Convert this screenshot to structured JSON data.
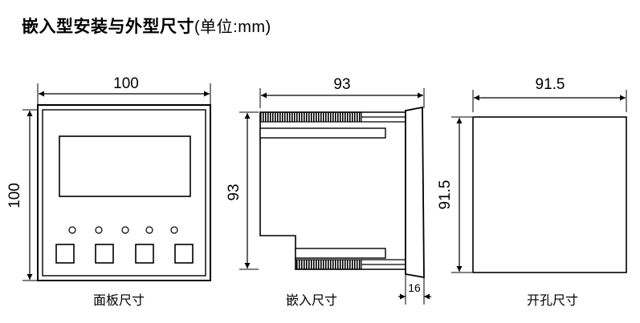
{
  "title": {
    "main": "嵌入型安装与外型尺寸",
    "unit": "(单位:mm)"
  },
  "front_view": {
    "width_label": "100",
    "height_label": "100",
    "caption": "面板尺寸"
  },
  "side_view": {
    "depth_label": "93",
    "height_label": "93",
    "bezel_label": "16",
    "caption": "嵌入尺寸"
  },
  "cutout_view": {
    "width_label": "91.5",
    "height_label": "91.5",
    "caption": "开孔尺寸"
  }
}
